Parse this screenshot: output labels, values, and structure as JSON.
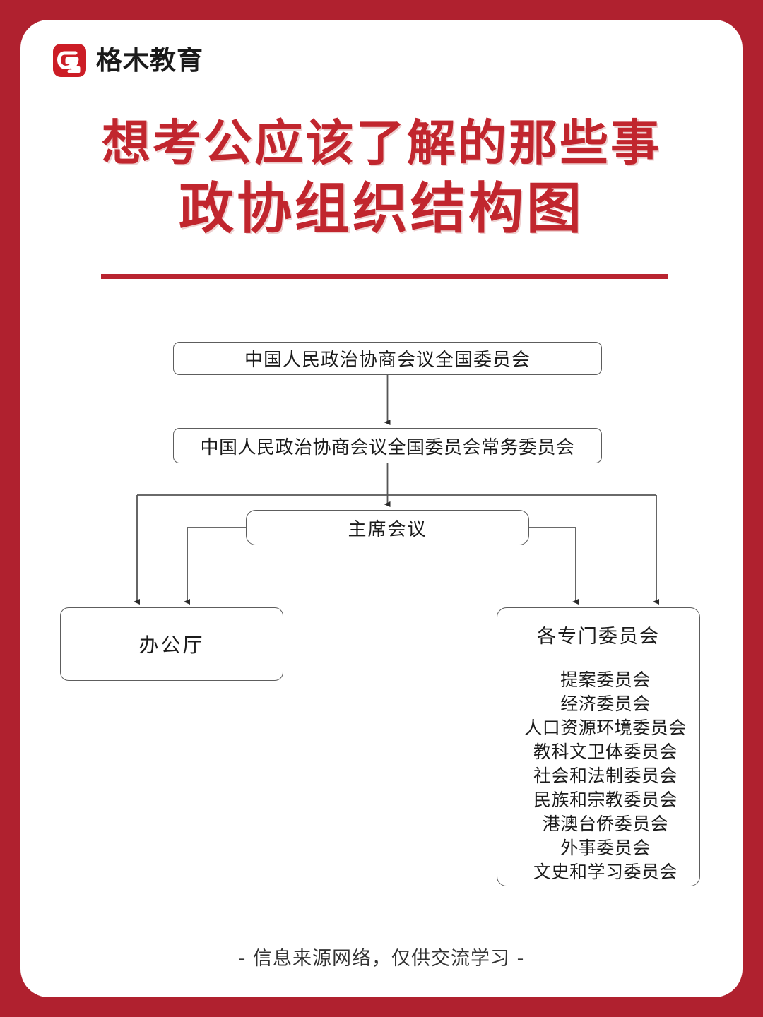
{
  "theme": {
    "frame_color": "#b0212f",
    "card_color": "#ffffff",
    "title_color": "#c1262e",
    "rule_color": "#b92430",
    "logo_color": "#cc1d26",
    "node_border_color": "#5d5d5d",
    "footer_color": "#333333"
  },
  "brand": {
    "logo_icon": "gemu-logo-icon",
    "name": "格木教育"
  },
  "title": {
    "line1": "想考公应该了解的那些事",
    "line2": "政协组织结构图"
  },
  "chart": {
    "type": "org-chart",
    "nodes": {
      "national_committee": "中国人民政治协商会议全国委员会",
      "standing_committee": "中国人民政治协商会议全国委员会常务委员会",
      "chair_meeting": "主席会议",
      "general_office": "办公厅",
      "committees_title": "各专门委员会"
    },
    "committees": [
      "提案委员会",
      "经济委员会",
      "人口资源环境委员会",
      "教科文卫体委员会",
      "社会和法制委员会",
      "民族和宗教委员会",
      "港澳台侨委员会",
      "外事委员会",
      "文史和学习委员会"
    ],
    "edges": [
      {
        "from": "national_committee",
        "to": "standing_committee"
      },
      {
        "from": "standing_committee",
        "to": "chair_meeting"
      },
      {
        "from": "standing_committee",
        "to": "general_office"
      },
      {
        "from": "standing_committee",
        "to": "committees_title"
      },
      {
        "from": "chair_meeting",
        "to": "general_office"
      },
      {
        "from": "chair_meeting",
        "to": "committees_title"
      }
    ]
  },
  "footer": {
    "note": "- 信息来源网络，仅供交流学习 -"
  }
}
